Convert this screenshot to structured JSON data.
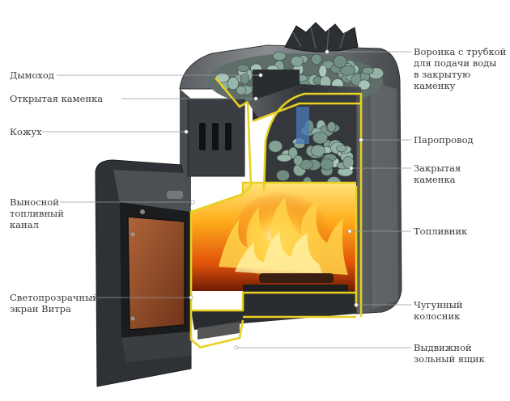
{
  "labels": {
    "chimney": "Дымоход",
    "open_heater": "Открытая каменка",
    "casing": "Кожух",
    "remote_channel": "Выносной\nтопливный\nканал",
    "glass_screen": "Светопрозрачный\nэкран Витра",
    "funnel": "Воронка с трубкой\nдля подачи воды\nв закрытую\nкаменку",
    "steam_duct": "Паропровод",
    "closed_heater": "Закрытая\nкаменка",
    "firebox": "Топливник",
    "grate": "Чугунный\nколосник",
    "ash_box": "Выдвижной\nзольный ящик"
  },
  "colors": {
    "outline": "#e8d020",
    "steel": "#3c4044",
    "fire": "#f59a12",
    "stone": "#8aa39a"
  }
}
